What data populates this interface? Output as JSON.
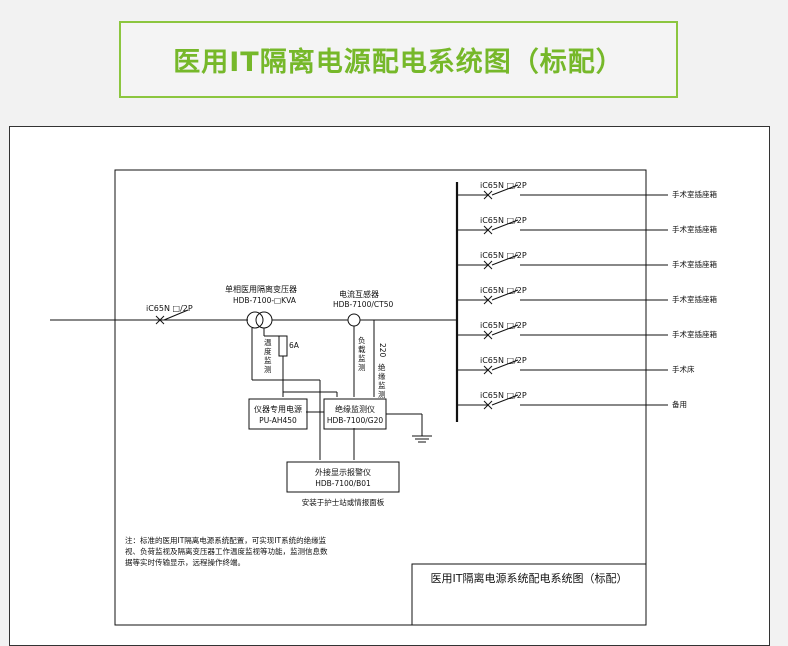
{
  "banner": {
    "title": "医用IT隔离电源配电系统图（标配）"
  },
  "diagram": {
    "main_breaker": "iC65N □/2P",
    "transformer_title": "单相医用隔离变压器",
    "transformer_model": "HDB-7100-□KVA",
    "ct_title": "电流互感器",
    "ct_model": "HDB-7100/CT50",
    "fuse": "6A",
    "temp_monitor": [
      "温",
      "度",
      "监",
      "测"
    ],
    "load_monitor": [
      "负",
      "载",
      "监",
      "测"
    ],
    "insulation_220": "220",
    "insulation_monitor": [
      "绝",
      "缘",
      "监",
      "测"
    ],
    "power_box": {
      "title": "仪器专用电源",
      "model": "PU-AH450"
    },
    "insul_box": {
      "title": "绝缘监测仪",
      "model": "HDB-7100/G20"
    },
    "alarm_box": {
      "title": "外接显示报警仪",
      "model": "HDB-7100/B01"
    },
    "alarm_note": "安装于护士站或情报面板",
    "branches": [
      {
        "breaker": "iC65N □/2P",
        "label": "手术室插座箱"
      },
      {
        "breaker": "iC65N □/2P",
        "label": "手术室插座箱"
      },
      {
        "breaker": "iC65N □/2P",
        "label": "手术室插座箱"
      },
      {
        "breaker": "iC65N □/2P",
        "label": "手术室插座箱"
      },
      {
        "breaker": "iC65N □/2P",
        "label": "手术室插座箱"
      },
      {
        "breaker": "iC65N □/2P",
        "label": "手术床"
      },
      {
        "breaker": "iC65N □/2P",
        "label": "备用"
      }
    ],
    "note_lines": [
      "注：标准的医用IT隔离电源系统配置，可实现IT系统的绝缘监",
      "视、负荷监视及隔离变压器工作温度监视等功能，监测信息数",
      "据等实时传输显示，远程操作终端。"
    ],
    "title_block": "医用IT隔离电源系统配电系统图（标配）"
  }
}
